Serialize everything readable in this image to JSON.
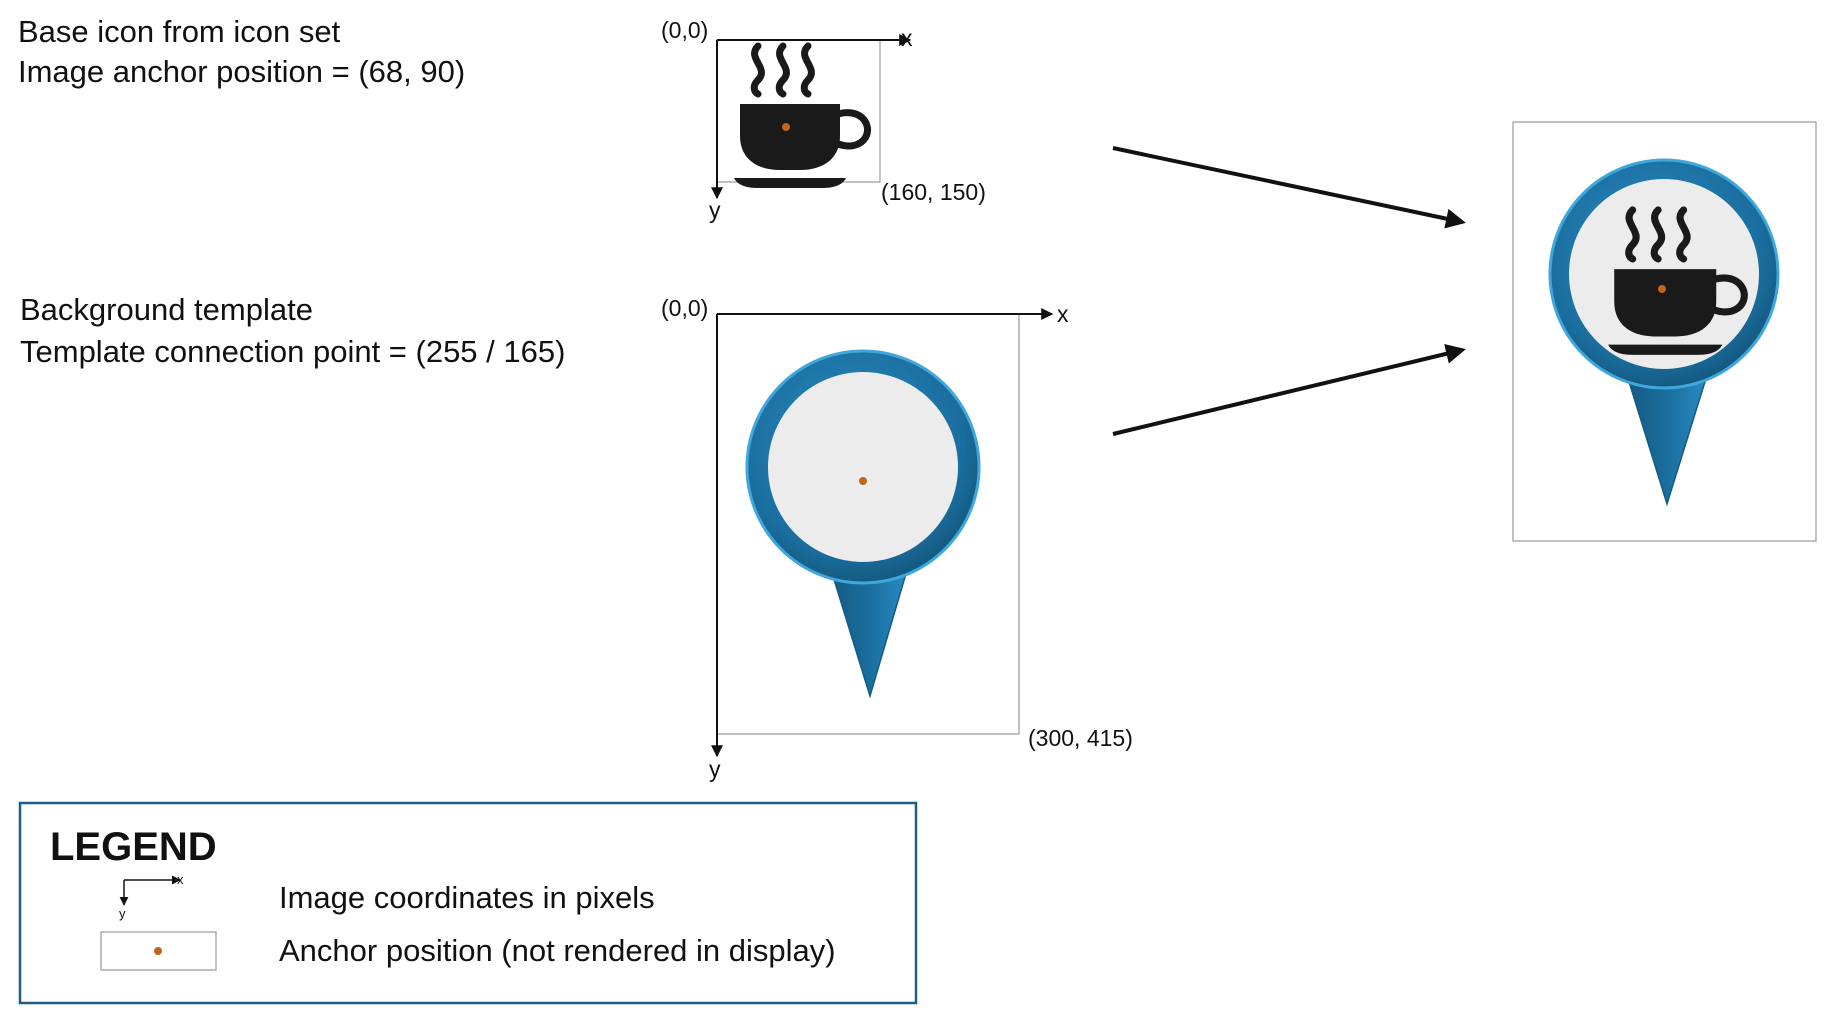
{
  "icon_section": {
    "title": "Base icon from icon set",
    "subtitle": "Image anchor position = (68, 90)",
    "origin_label": "(0,0)",
    "corner_label": "(160, 150)",
    "x_label": "x",
    "y_label": "y"
  },
  "template_section": {
    "title": "Background template",
    "subtitle": "Template connection point = (255 / 165)",
    "origin_label": "(0,0)",
    "corner_label": "(300, 415)",
    "x_label": "x",
    "y_label": "y"
  },
  "legend": {
    "title": "LEGEND",
    "x_label": "x",
    "y_label": "y",
    "items": [
      {
        "label": "Image coordinates in pixels"
      },
      {
        "label": "Anchor position (not rendered in display)"
      }
    ]
  },
  "colors": {
    "pin_blue": "#1a6e9e",
    "pin_edge": "#3fa7dc",
    "inner_gray": "#ececec",
    "anchor": "#c0651a",
    "legend_border": "#1f5f86",
    "cup": "#1a1a1a"
  },
  "icons": [
    "coffee-cup-icon",
    "map-pin-icon"
  ]
}
